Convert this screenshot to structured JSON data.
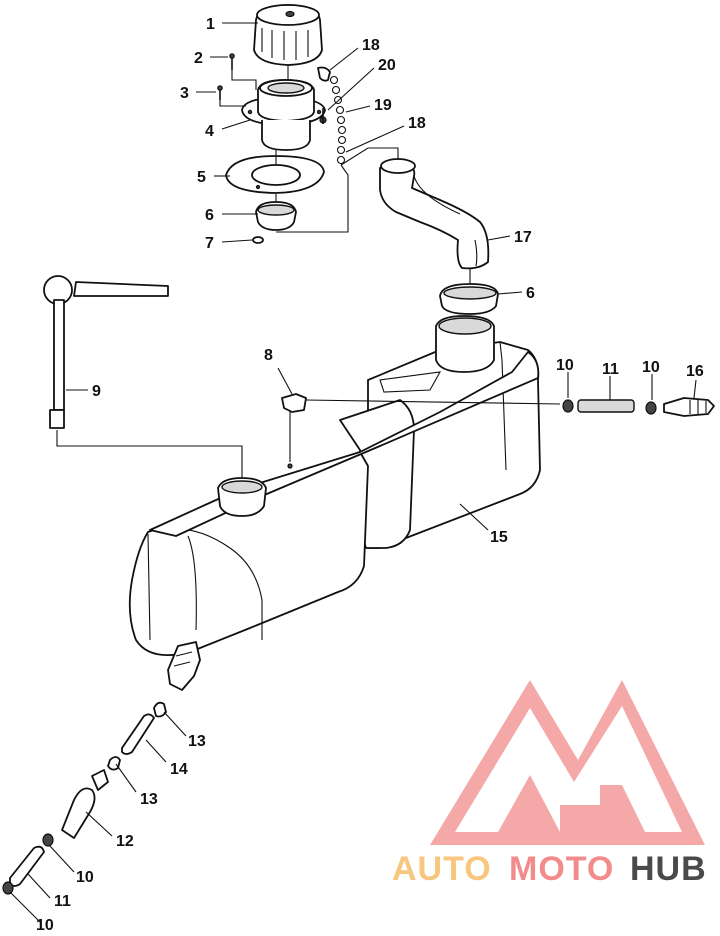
{
  "callouts": [
    {
      "id": "c1",
      "text": "1"
    },
    {
      "id": "c2",
      "text": "2"
    },
    {
      "id": "c3",
      "text": "3"
    },
    {
      "id": "c4",
      "text": "4"
    },
    {
      "id": "c5",
      "text": "5"
    },
    {
      "id": "c6a",
      "text": "6"
    },
    {
      "id": "c7",
      "text": "7"
    },
    {
      "id": "c18a",
      "text": "18"
    },
    {
      "id": "c20",
      "text": "20"
    },
    {
      "id": "c19",
      "text": "19"
    },
    {
      "id": "c18b",
      "text": "18"
    },
    {
      "id": "c17",
      "text": "17"
    },
    {
      "id": "c6b",
      "text": "6"
    },
    {
      "id": "c9",
      "text": "9"
    },
    {
      "id": "c8",
      "text": "8"
    },
    {
      "id": "c10a",
      "text": "10"
    },
    {
      "id": "c11a",
      "text": "11"
    },
    {
      "id": "c10b",
      "text": "10"
    },
    {
      "id": "c16",
      "text": "16"
    },
    {
      "id": "c15",
      "text": "15"
    },
    {
      "id": "c13a",
      "text": "13"
    },
    {
      "id": "c14",
      "text": "14"
    },
    {
      "id": "c13b",
      "text": "13"
    },
    {
      "id": "c12",
      "text": "12"
    },
    {
      "id": "c10c",
      "text": "10"
    },
    {
      "id": "c11b",
      "text": "11"
    },
    {
      "id": "c10d",
      "text": "10"
    }
  ],
  "watermark": {
    "part1": "AUTO",
    "part2": "MOTO",
    "part3": "HUB",
    "color1": "#f7c77f",
    "color2": "#f28c8c",
    "color3": "#4a4a4a",
    "logo_color": "#f28c8c"
  }
}
